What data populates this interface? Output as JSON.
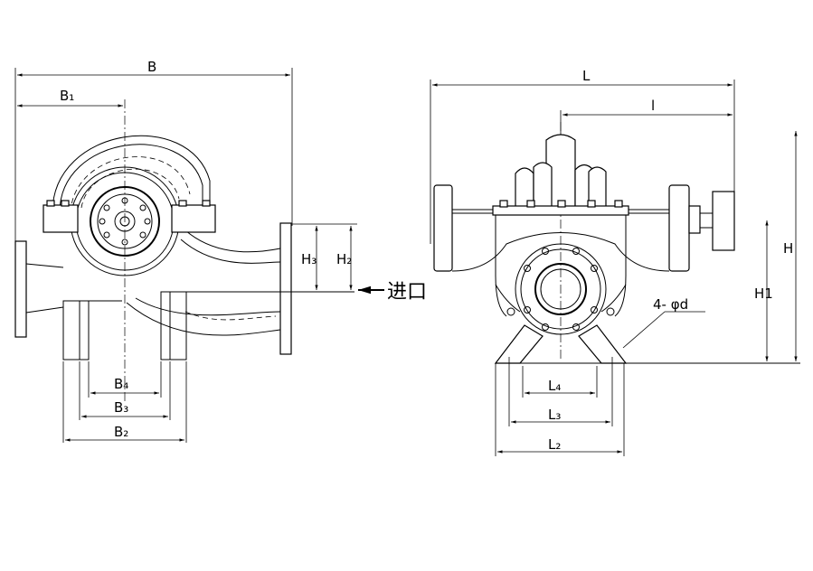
{
  "side_view": {
    "labels": {
      "B": "B",
      "B1": "B₁",
      "B2": "B₂",
      "B3": "B₃",
      "B4": "B₄",
      "H2": "H₂",
      "H3": "H₃"
    },
    "inlet_label": "进口"
  },
  "front_view": {
    "labels": {
      "L": "L",
      "L1": "l",
      "L2": "L₂",
      "L3": "L₃",
      "L4": "L₄",
      "H": "H",
      "H1": "H1",
      "bolt_holes": "4- φd"
    }
  }
}
